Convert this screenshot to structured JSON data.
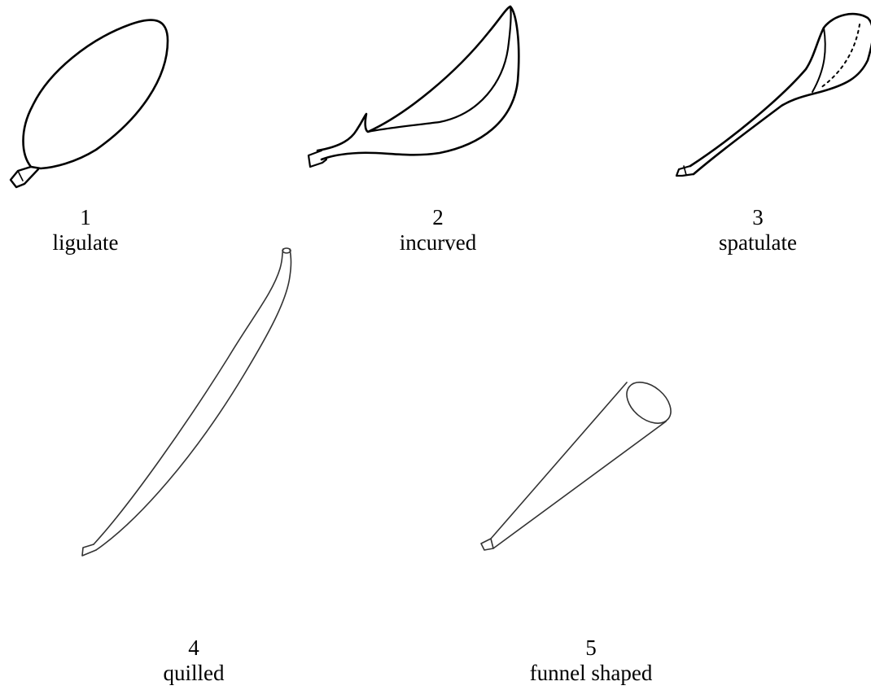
{
  "figure": {
    "items": [
      {
        "number": "1",
        "name": "ligulate"
      },
      {
        "number": "2",
        "name": "incurved"
      },
      {
        "number": "3",
        "name": "spatulate"
      },
      {
        "number": "4",
        "name": "quilled"
      },
      {
        "number": "5",
        "name": "funnel shaped"
      }
    ]
  },
  "colors": {
    "stroke": "#000000",
    "background": "#ffffff"
  }
}
